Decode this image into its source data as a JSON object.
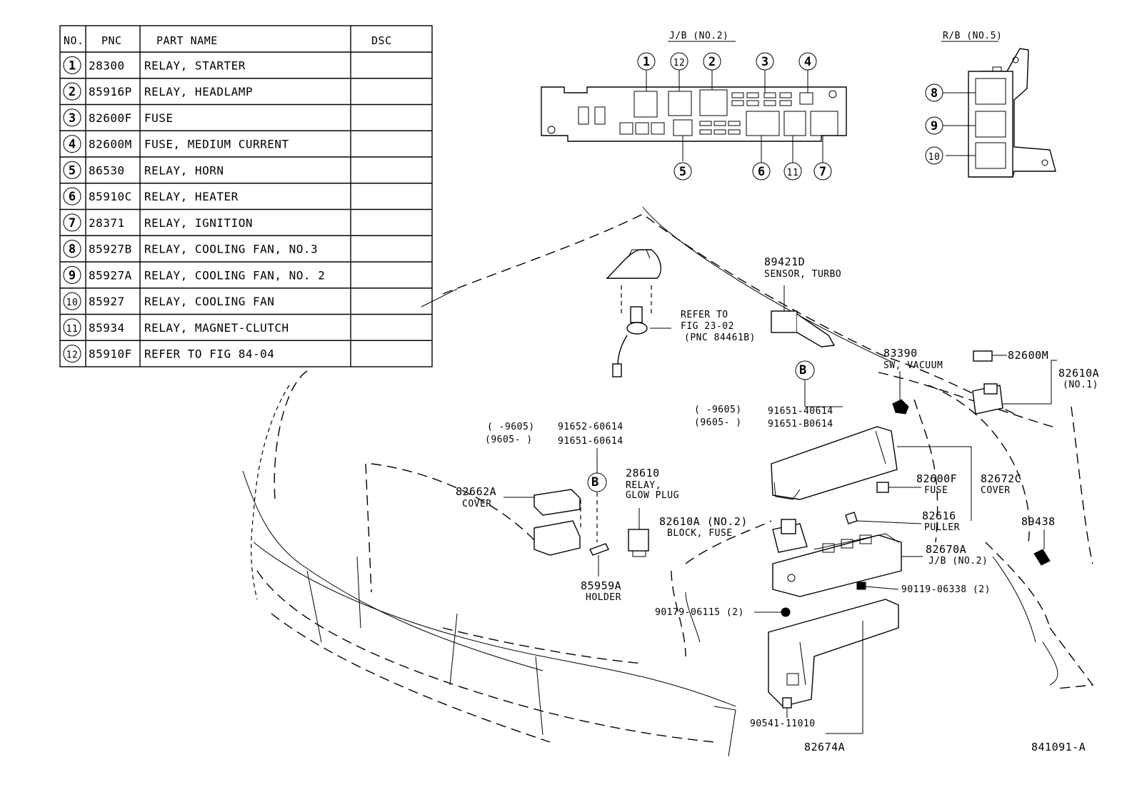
{
  "figure_id": "841091-A",
  "table": {
    "headers": {
      "no": "NO.",
      "pnc": "PNC",
      "part_name": "PART NAME",
      "dsc": "DSC"
    },
    "rows": [
      {
        "no": "1",
        "pnc": "28300",
        "name": "RELAY, STARTER"
      },
      {
        "no": "2",
        "pnc": "85916P",
        "name": "RELAY, HEADLAMP"
      },
      {
        "no": "3",
        "pnc": "82600F",
        "name": "FUSE"
      },
      {
        "no": "4",
        "pnc": "82600M",
        "name": "FUSE, MEDIUM CURRENT"
      },
      {
        "no": "5",
        "pnc": "86530",
        "name": "RELAY, HORN"
      },
      {
        "no": "6",
        "pnc": "85910C",
        "name": "RELAY, HEATER"
      },
      {
        "no": "7",
        "pnc": "28371",
        "name": "RELAY, IGNITION"
      },
      {
        "no": "8",
        "pnc": "85927B",
        "name": "RELAY, COOLING FAN, NO.3"
      },
      {
        "no": "9",
        "pnc": "85927A",
        "name": "RELAY, COOLING FAN, NO. 2"
      },
      {
        "no": "10",
        "pnc": "85927",
        "name": "RELAY, COOLING FAN"
      },
      {
        "no": "11",
        "pnc": "85934",
        "name": "RELAY, MAGNET-CLUTCH"
      },
      {
        "no": "12",
        "pnc": "85910F",
        "name": "REFER TO FIG 84-04"
      }
    ]
  },
  "jb_inset": {
    "title": "J/B (NO.2)",
    "callouts_top": [
      "1",
      "12",
      "2",
      "3",
      "4"
    ],
    "callouts_bottom": [
      "5",
      "6",
      "11",
      "7"
    ]
  },
  "rb_inset": {
    "title": "R/B (NO.5)",
    "callouts": [
      "8",
      "9",
      "10"
    ]
  },
  "labels": {
    "refer_fig": [
      "REFER TO",
      "FIG 23-02",
      "(PNC 84461B)"
    ],
    "p89421d": "89421D",
    "p89421d_name": "SENSOR, TURBO",
    "b_marker": "B",
    "bolt_right_range1": "(      -9605)",
    "bolt_right_pn1": "91651-40614",
    "bolt_right_range2": "(9605-      )",
    "bolt_right_pn2": "91651-B0614",
    "p83390": "83390",
    "p83390_name": "SW, VACUUM",
    "p82600m": "82600M",
    "p82610a_no1": "82610A",
    "p82610a_no1_sub": "(NO.1)",
    "bolt_left_range1": "(      -9605)",
    "bolt_left_pn1": "91652-60614",
    "bolt_left_range2": "(9605-      )",
    "bolt_left_pn2": "91651-60614",
    "p28610": "28610",
    "p28610_name1": "RELAY,",
    "p28610_name2": "GLOW PLUG",
    "p82662a": "82662A",
    "p82662a_name": "COVER",
    "p82610a_no2": "82610A (NO.2)",
    "p82610a_no2_name": "BLOCK, FUSE",
    "p82600f": "82600F",
    "p82600f_name": "FUSE",
    "p82672c": "82672C",
    "p82672c_name": "COVER",
    "p82616": "82616",
    "p82616_name": "PULLER",
    "p89438": "89438",
    "p82670a": "82670A",
    "p82670a_name": "J/B (NO.2)",
    "p90119": "90119-06338 (2)",
    "p85959a": "85959A",
    "p85959a_name": "HOLDER",
    "p90179": "90179-06115 (2)",
    "p90541": "90541-11010",
    "p82674a": "82674A"
  }
}
